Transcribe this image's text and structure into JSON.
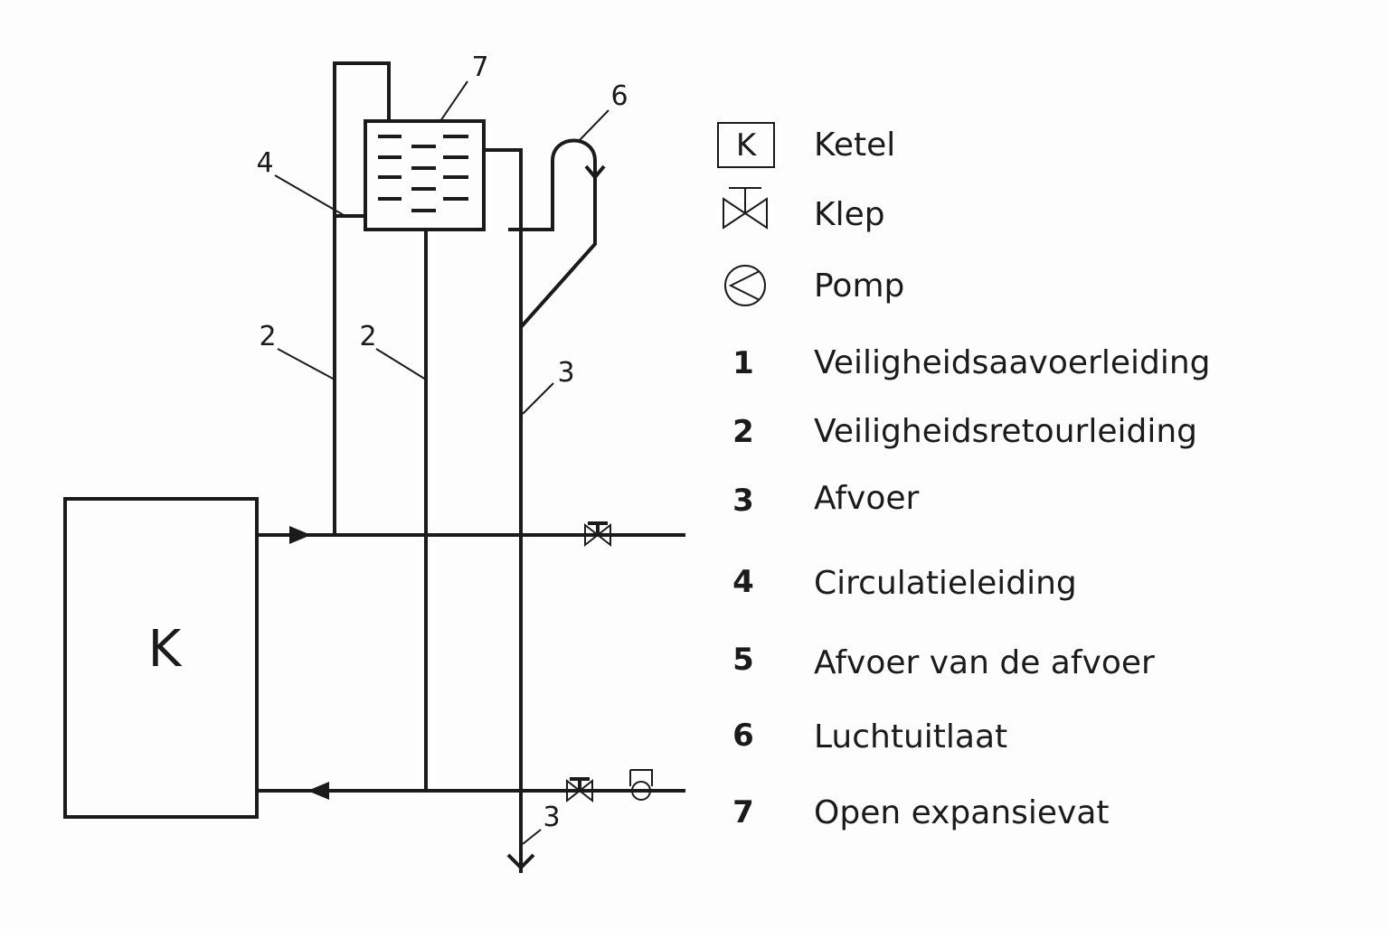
{
  "diagram": {
    "boiler_letter": "K",
    "callouts": {
      "c7": "7",
      "c6": "6",
      "c4": "4",
      "c2a": "2",
      "c2b": "2",
      "c3a": "3",
      "c3b": "3"
    }
  },
  "legend": {
    "symbols": [
      {
        "symbol_text": "K",
        "icon": "boiler-symbol-icon",
        "label": "Ketel"
      },
      {
        "icon": "valve-symbol-icon",
        "label": "Klep"
      },
      {
        "icon": "pump-symbol-icon",
        "label": "Pomp"
      }
    ],
    "items": [
      {
        "num": "1",
        "label": "Veiligheidsaavoerleiding"
      },
      {
        "num": "2",
        "label": "Veiligheidsretourleiding"
      },
      {
        "num": "3",
        "label": "Afvoer"
      },
      {
        "num": "4",
        "label": "Circulatieleiding"
      },
      {
        "num": "5",
        "label": "Afvoer van de afvoer"
      },
      {
        "num": "6",
        "label": "Luchtuitlaat"
      },
      {
        "num": "7",
        "label": "Open expansievat"
      }
    ]
  }
}
